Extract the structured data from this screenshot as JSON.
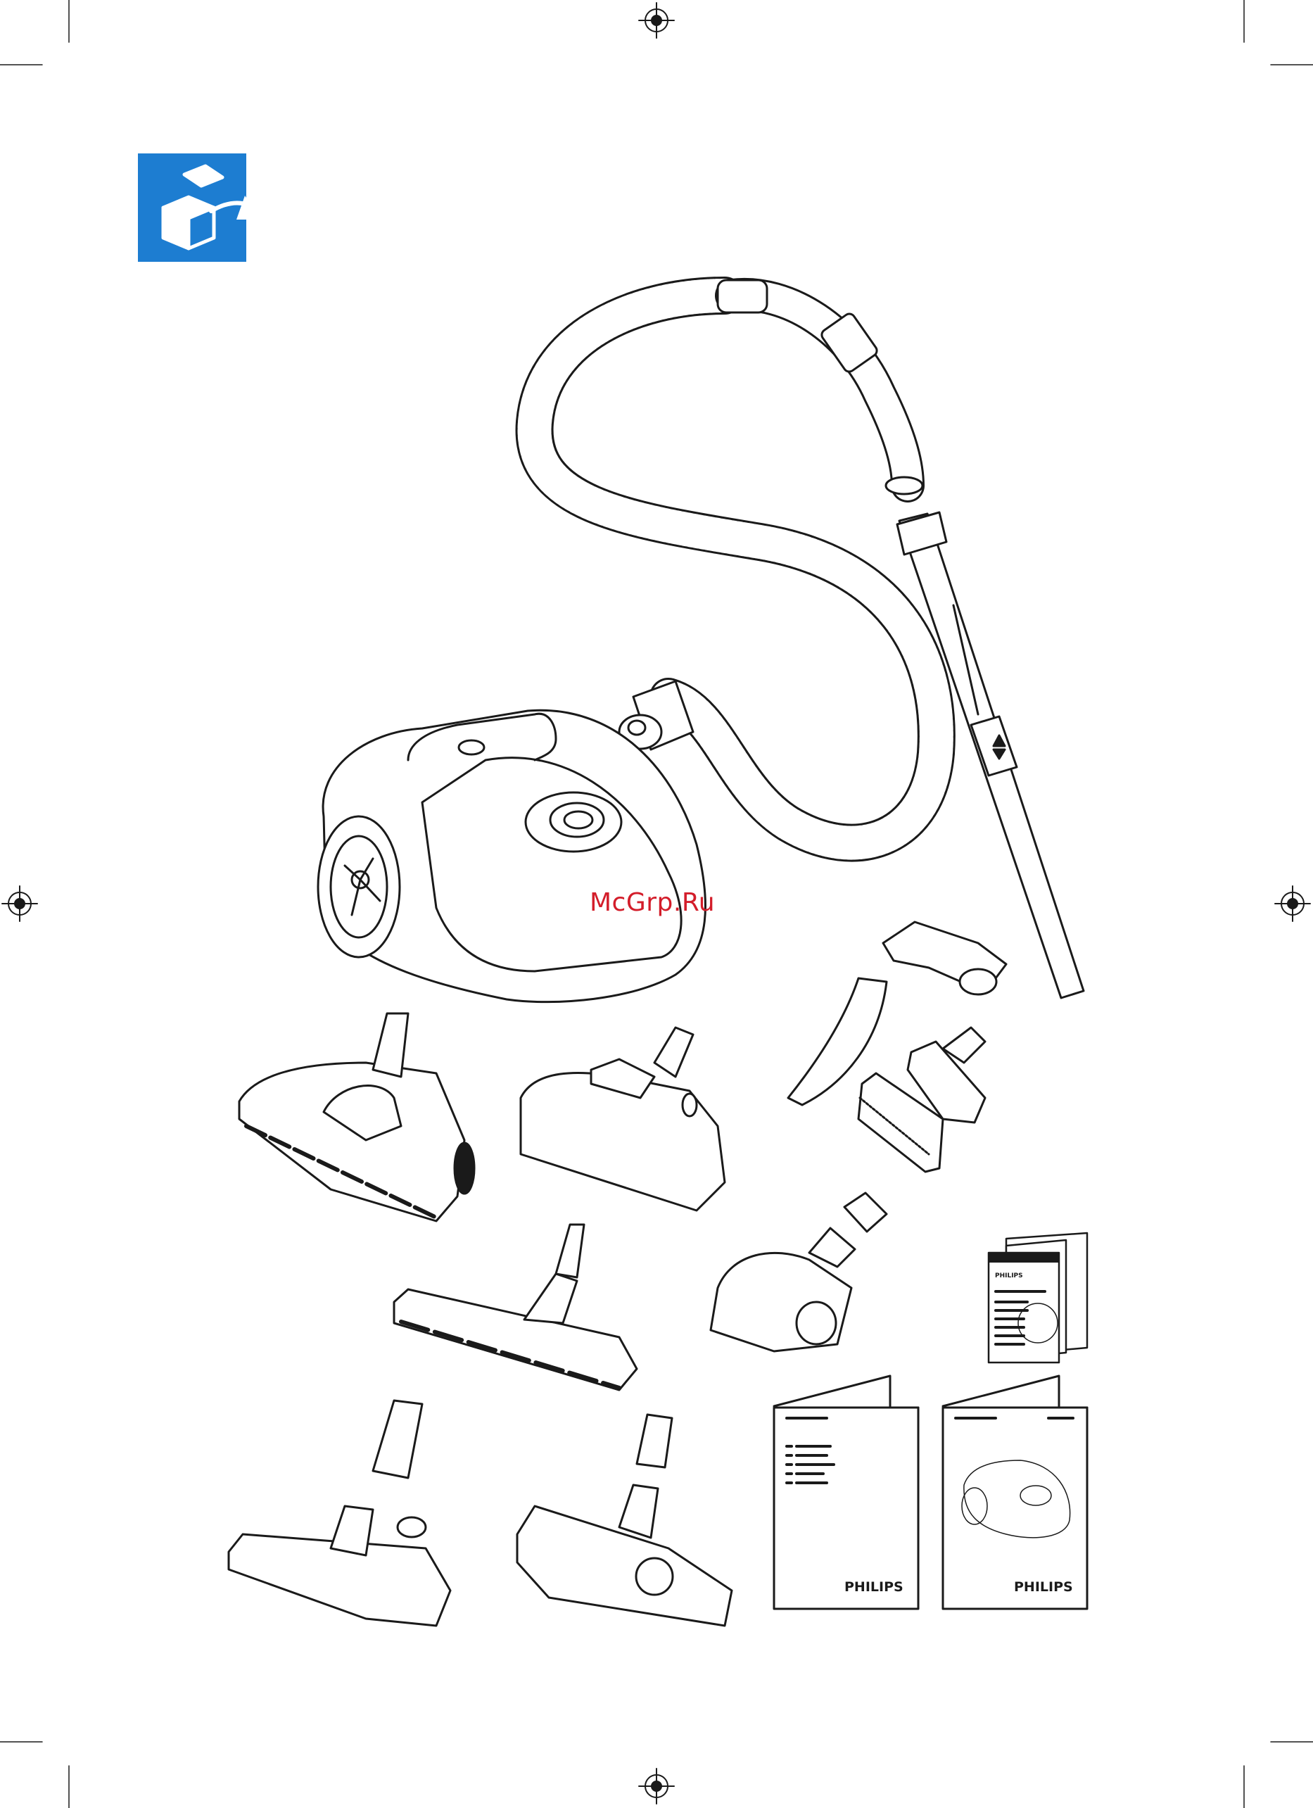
{
  "watermark": "McGrp.Ru",
  "unpack_icon": {
    "name": "unpack-box-icon",
    "color": "#1d7dd1"
  },
  "leaflet_brand": "PHILIPS",
  "manual_left_brand": "PHILIPS",
  "manual_right_brand": "PHILIPS",
  "colors": {
    "line": "#1a1a1a",
    "icon_blue": "#1d7dd1",
    "watermark": "#d31d2a"
  }
}
